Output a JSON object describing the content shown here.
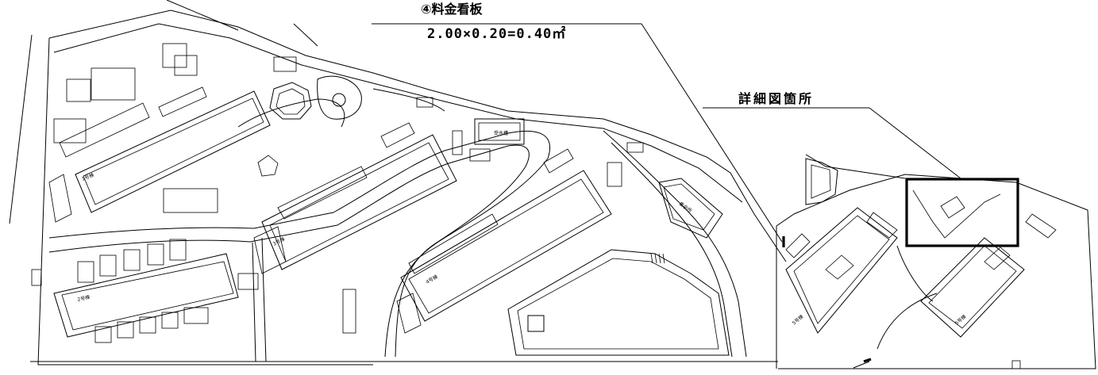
{
  "annotations": {
    "sign_title": "④料金看板",
    "sign_formula": "2.00×0.20=0.40㎡",
    "detail_label": "詳細図箇所"
  },
  "building_labels": {
    "b1": "1号棟",
    "b2": "2号棟",
    "b3": "3号棟",
    "b4": "4号棟",
    "b5": "5号棟",
    "b6": "6号棟",
    "water_tank": "受水槽",
    "hall": "集会所"
  }
}
